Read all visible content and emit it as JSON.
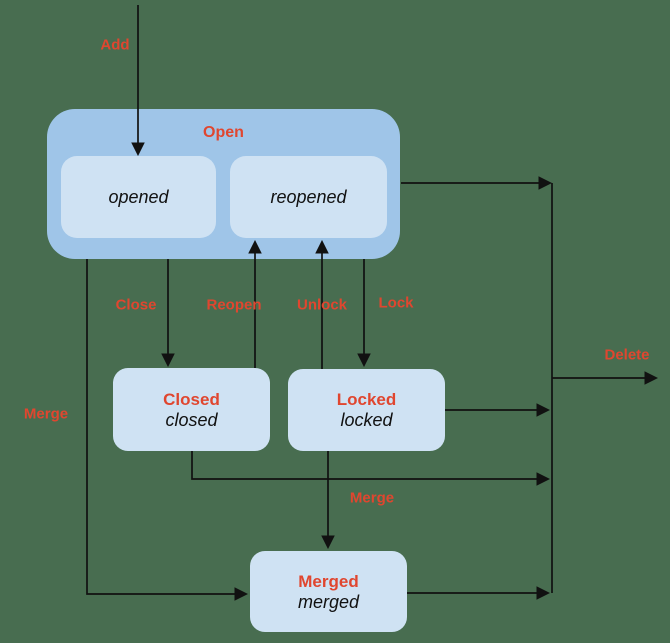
{
  "background_color": "#486d50",
  "colors": {
    "container_fill": "#9fc5e8",
    "state_fill": "#cfe2f3",
    "accent_red": "#e0462f",
    "line": "#111111",
    "substate_text": "#111111"
  },
  "states": {
    "open": {
      "label": "Open",
      "substates": [
        {
          "id": "opened",
          "label": "opened"
        },
        {
          "id": "reopened",
          "label": "reopened"
        }
      ]
    },
    "closed": {
      "label": "Closed",
      "sublabel": "closed"
    },
    "locked": {
      "label": "Locked",
      "sublabel": "locked"
    },
    "merged": {
      "label": "Merged",
      "sublabel": "merged"
    }
  },
  "transitions": {
    "add": {
      "label": "Add"
    },
    "close": {
      "label": "Close"
    },
    "reopen": {
      "label": "Reopen"
    },
    "unlock": {
      "label": "Unlock"
    },
    "lock": {
      "label": "Lock"
    },
    "merge_open_to_merged": {
      "label": "Merge"
    },
    "merge_locked_to_merged": {
      "label": "Merge"
    },
    "delete": {
      "label": "Delete"
    }
  }
}
